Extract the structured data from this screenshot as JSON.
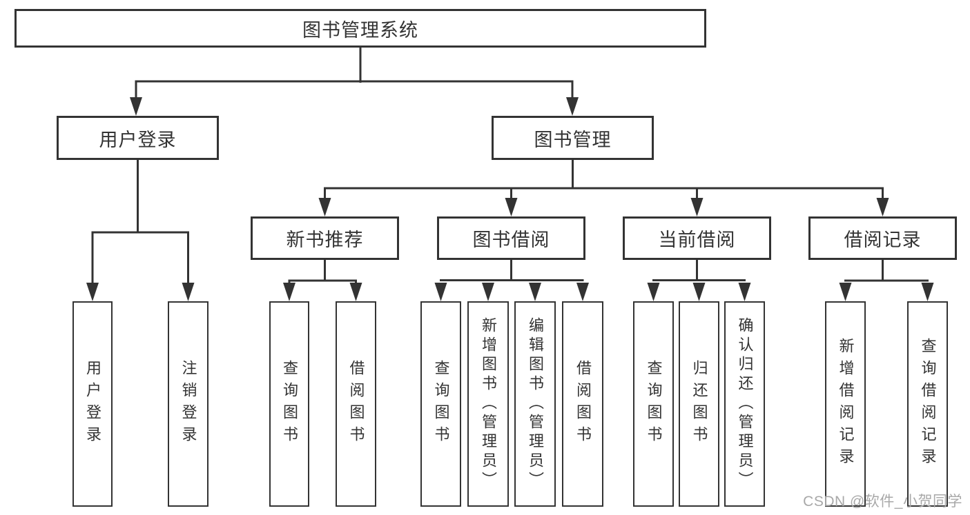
{
  "diagram": {
    "root": {
      "label": "图书管理系统"
    },
    "level2": [
      {
        "label": "用户登录"
      },
      {
        "label": "图书管理"
      }
    ],
    "level3": [
      {
        "label": "新书推荐"
      },
      {
        "label": "图书借阅"
      },
      {
        "label": "当前借阅"
      },
      {
        "label": "借阅记录"
      }
    ],
    "leaves": {
      "user_login": [
        {
          "label": "用户登录"
        },
        {
          "label": "注销登录"
        }
      ],
      "new_books": [
        {
          "label": "查询图书"
        },
        {
          "label": "借阅图书"
        }
      ],
      "book_borrowing": [
        {
          "label": "查询图书"
        },
        {
          "label": "新增图书（管理员）"
        },
        {
          "label": "编辑图书（管理员）"
        },
        {
          "label": "借阅图书"
        }
      ],
      "current_borrowing": [
        {
          "label": "查询图书"
        },
        {
          "label": "归还图书"
        },
        {
          "label": "确认归还（管理员）"
        }
      ],
      "borrowing_records": [
        {
          "label": "新增借阅记录"
        },
        {
          "label": "查询借阅记录"
        }
      ]
    },
    "colors": {
      "line": "#333333",
      "box_border": "#333333",
      "text": "#333333",
      "background": "#ffffff",
      "watermark": "#a8a8a8"
    }
  },
  "watermark": {
    "text": "CSDN @软件_小贺同学"
  }
}
